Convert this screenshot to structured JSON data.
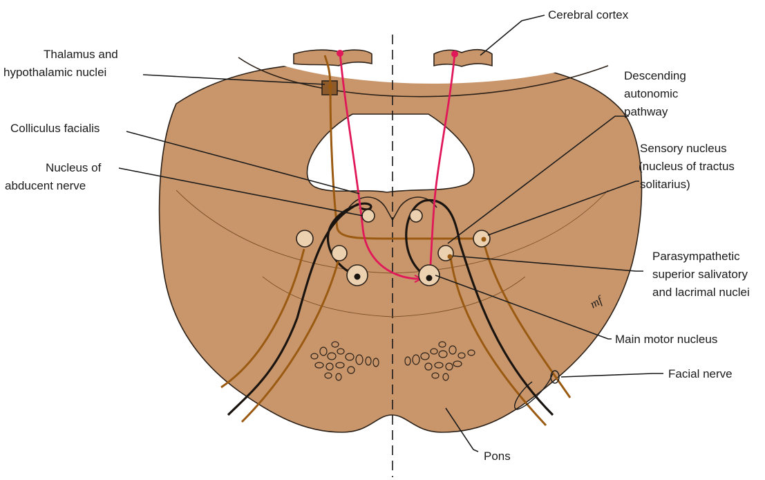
{
  "colors": {
    "tissue": "#c9966b",
    "tissue_dark": "#8c5a2b",
    "autonomic_fiber": "#9a5a12",
    "motor_fiber": "#1a1410",
    "cortical_fiber": "#e0185a",
    "nucleus_fill": "#ecd1b1",
    "ventricle": "#ffffff"
  },
  "labels": {
    "cerebral_cortex": "Cerebral cortex",
    "thalamus_line1": "Thalamus and",
    "thalamus_line2": "hypothalamic nuclei",
    "descending_line1": "Descending",
    "descending_line2": "autonomic",
    "descending_line3": "pathway",
    "colliculus": "Colliculus facialis",
    "abducent_line1": "Nucleus of",
    "abducent_line2": "abducent nerve",
    "sensory_line1": "Sensory nucleus",
    "sensory_line2": "(nucleus of tractus",
    "sensory_line3": "solitarius)",
    "parasym_line1": "Parasympathetic",
    "parasym_line2": "superior salivatory",
    "parasym_line3": "and lacrimal nuclei",
    "main_motor": "Main motor nucleus",
    "facial_nerve": "Facial nerve",
    "pons": "Pons",
    "signature": "mf"
  }
}
